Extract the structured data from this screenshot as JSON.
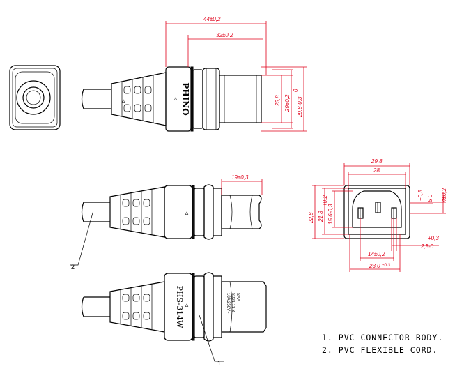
{
  "top_view": {
    "brand_text": "PHINO",
    "dim_overall": "44±0,2",
    "dim_body": "32±0,2",
    "dim_h1": "23,8",
    "dim_h2": "29±0,2",
    "dim_h3": "29,8-0,3",
    "dim_h3_upper": "0"
  },
  "side_view": {
    "dim_tip": "19±0,3",
    "leader": "2"
  },
  "bottom_view": {
    "model_text": "PHS-314W",
    "marking_lines": [
      "SAA",
      "S021 11 3",
      "10A 250V~"
    ],
    "leader": "1"
  },
  "face_view": {
    "dim_width": "29,8",
    "dim_inner": "28",
    "dim_left_outer": "22,8",
    "dim_left_mid": "21,8",
    "dim_left_inner": "15,6-0,3",
    "dim_left_inner_upper": "+0,2",
    "dim_right_a": "+0,5",
    "dim_right_b": "5 0",
    "dim_right_c": "4±0,2",
    "dim_pin_tol": "+0,3",
    "dim_pin": "2,5-0",
    "dim_pitch": "14±0,2",
    "dim_bottom": "23,0",
    "dim_bottom_tol": "+0,3"
  },
  "notes": [
    "1. PVC CONNECTOR BODY.",
    "2. PVC FLEXIBLE CORD."
  ]
}
